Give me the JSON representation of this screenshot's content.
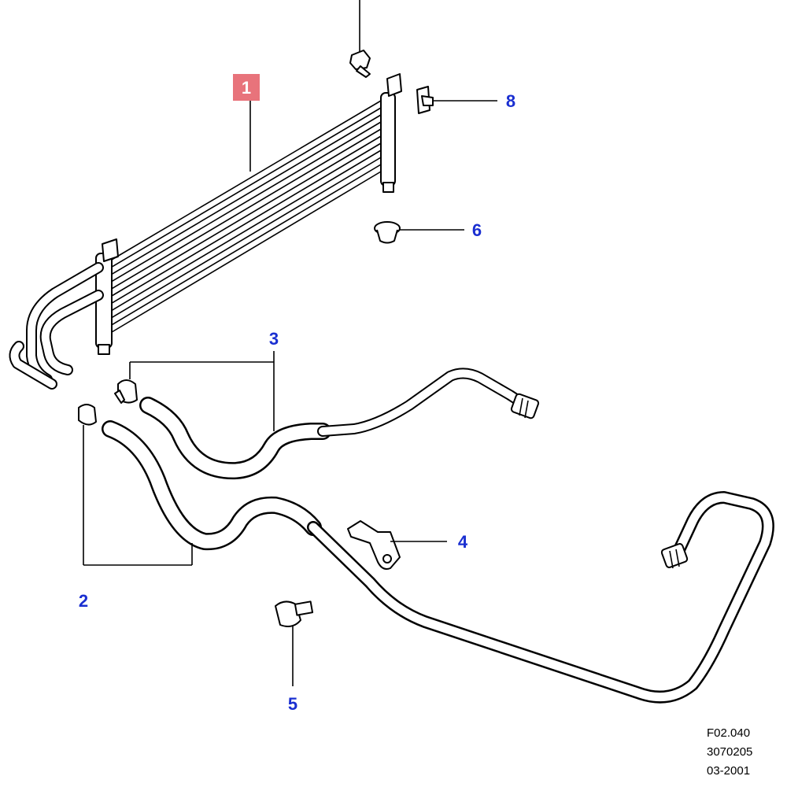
{
  "callouts": {
    "c1": "1",
    "c2": "2",
    "c3": "3",
    "c4": "4",
    "c5": "5",
    "c6": "6",
    "c8": "8"
  },
  "reference": {
    "figure": "F02.040",
    "part_number": "3070205",
    "date": "03-2001"
  },
  "colors": {
    "callout_text": "#1a2fd1",
    "highlight_box": "#e8737b",
    "highlight_text": "#ffffff",
    "line": "#000000"
  }
}
